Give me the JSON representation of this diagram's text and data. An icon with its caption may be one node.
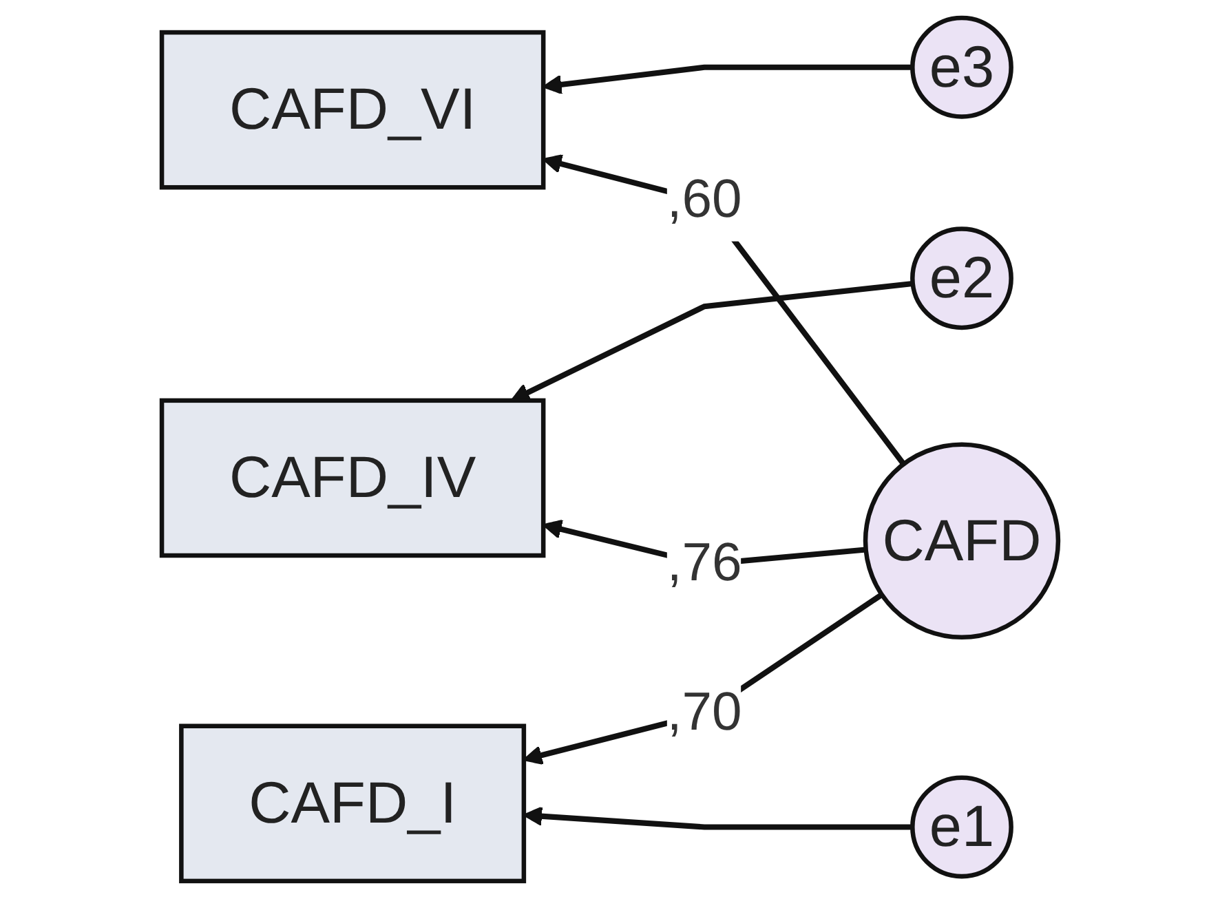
{
  "diagram": {
    "nodes": [
      {
        "text": [
          "e3"
        ]
      },
      {
        "text": [
          "CAFD_VI"
        ]
      },
      {
        "text": [
          "e2"
        ]
      },
      {
        "text": [
          "CAFD_IV"
        ]
      },
      {
        "text": [
          "CAFD"
        ]
      },
      {
        "text": [
          "e1"
        ]
      },
      {
        "text": [
          "CAFD_I"
        ]
      }
    ],
    "edges": [
      {
        "from": 0,
        "to": 1,
        "arrow": "to"
      },
      {
        "from": 4,
        "to": 1,
        "arrow": "to",
        "label": ",60"
      },
      {
        "from": 2,
        "to": 3,
        "arrow": "to"
      },
      {
        "from": 4,
        "to": 3,
        "arrow": "to",
        "label": ",76"
      },
      {
        "from": 4,
        "to": 6,
        "arrow": "to",
        "label": ",70"
      },
      {
        "from": 5,
        "to": 6,
        "arrow": "to"
      }
    ]
  }
}
